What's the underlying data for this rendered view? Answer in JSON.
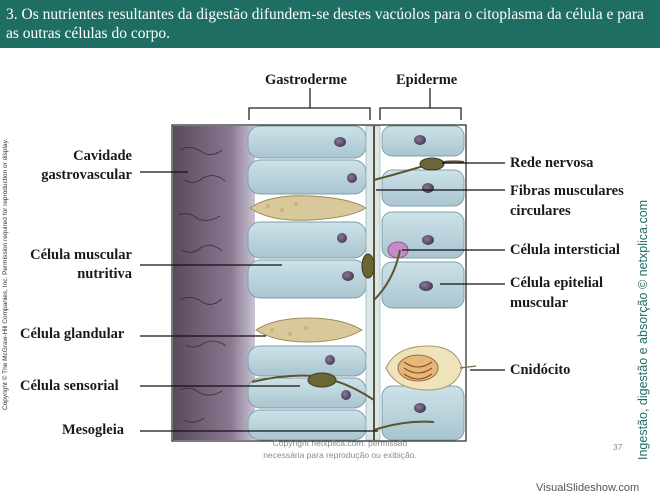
{
  "header": {
    "title": "3. Os nutrientes resultantes da digestão difundem-se destes vacúolos para o citoplasma da célula e para as outras células do corpo."
  },
  "side": {
    "copyright": "Copyright © The McGraw-Hill Companies, Inc. Permission required for reproduction or display.",
    "vertical_title": "Ingestão, digestão e absorção © netxplica.com"
  },
  "diagram": {
    "top_labels": {
      "gastroderme": "Gastroderme",
      "epiderme": "Epiderme"
    },
    "left_labels": {
      "cavidade": "Cavidade\ngastrovascular",
      "celula_muscular": "Célula muscular\nnutritiva",
      "celula_glandular": "Célula glandular",
      "celula_sensorial": "Célula sensorial",
      "mesogleia": "Mesogleia"
    },
    "right_labels": {
      "rede_nervosa": "Rede nervosa",
      "fibras": "Fibras musculares\ncirculares",
      "intersticial": "Célula intersticial",
      "epitelial": "Célula epitelial\nmuscular",
      "cnidocito": "Cnidócito"
    },
    "colors": {
      "cavity": "#6e5a6e",
      "cell": "#b9d3dc",
      "cell_edge": "#7fa0ab",
      "nucleus": "#5e4f6e",
      "nerve": "#5a5530",
      "gland": "#d8c89a",
      "interstitial": "#c48bc4"
    }
  },
  "footer": {
    "copyright": "Copyright netxplica.com: permissão\nnecessária para reprodução ou exibição.",
    "page": "37",
    "watermark": "VisualSlideshow.com"
  }
}
